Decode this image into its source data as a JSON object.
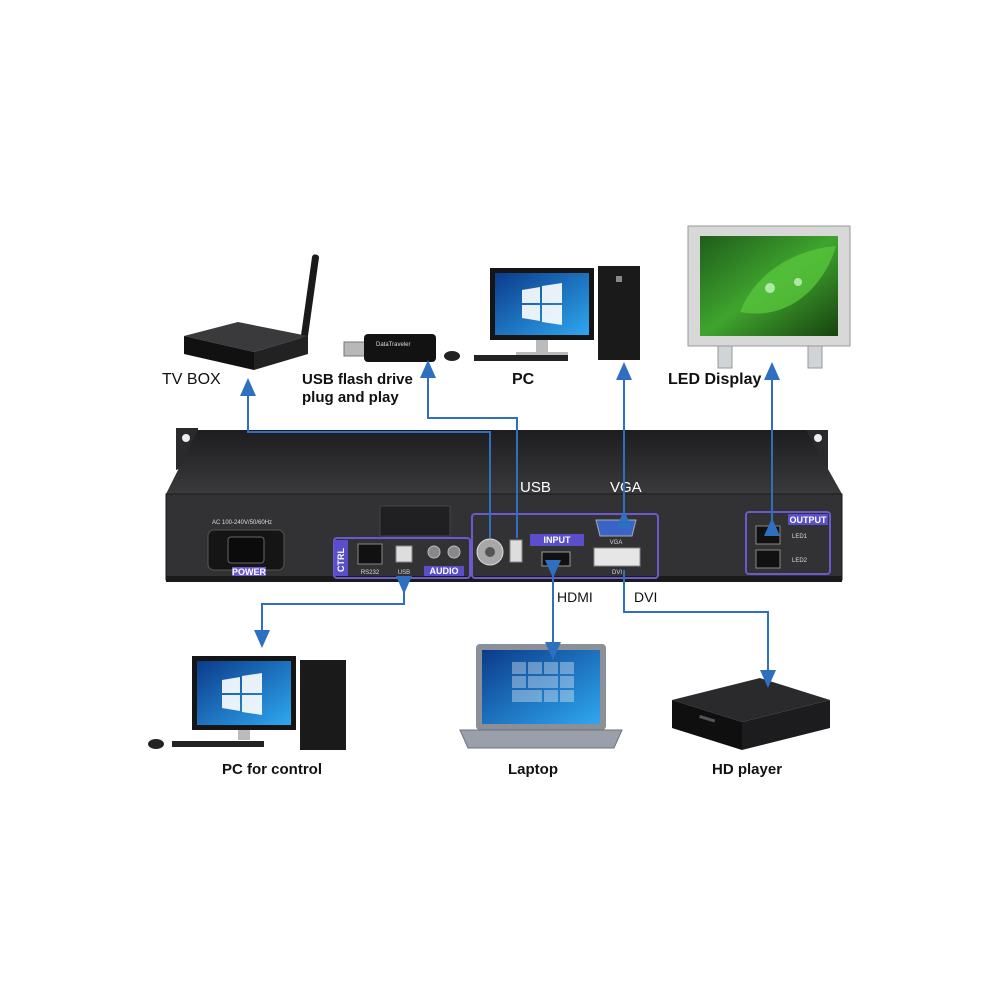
{
  "devices": {
    "tv_box": "TV BOX",
    "usb_drive_line1": "USB flash drive",
    "usb_drive_line2": "plug and play",
    "pc": "PC",
    "led_display": "LED Display",
    "pc_control": "PC for control",
    "laptop": "Laptop",
    "hd_player": "HD player"
  },
  "ports": {
    "usb": "USB",
    "vga": "VGA",
    "hdmi": "HDMI",
    "dvi": "DVI"
  },
  "panel": {
    "power_spec": "AC 100-240V/50/60Hz",
    "power": "POWER",
    "ctrl": "CTRL",
    "rs232": "RS232",
    "usb_small": "USB",
    "audio": "AUDIO",
    "input": "INPUT",
    "vga_small": "VGA",
    "dvi_small": "DVI",
    "output": "OUTPUT",
    "led1": "LED1",
    "led2": "LED2"
  },
  "colors": {
    "arrow": "#2f6fc0",
    "chassis": "#2b2b2d",
    "panel_outline": "#6a5acd",
    "panel_tag": "#5a4fc8"
  }
}
